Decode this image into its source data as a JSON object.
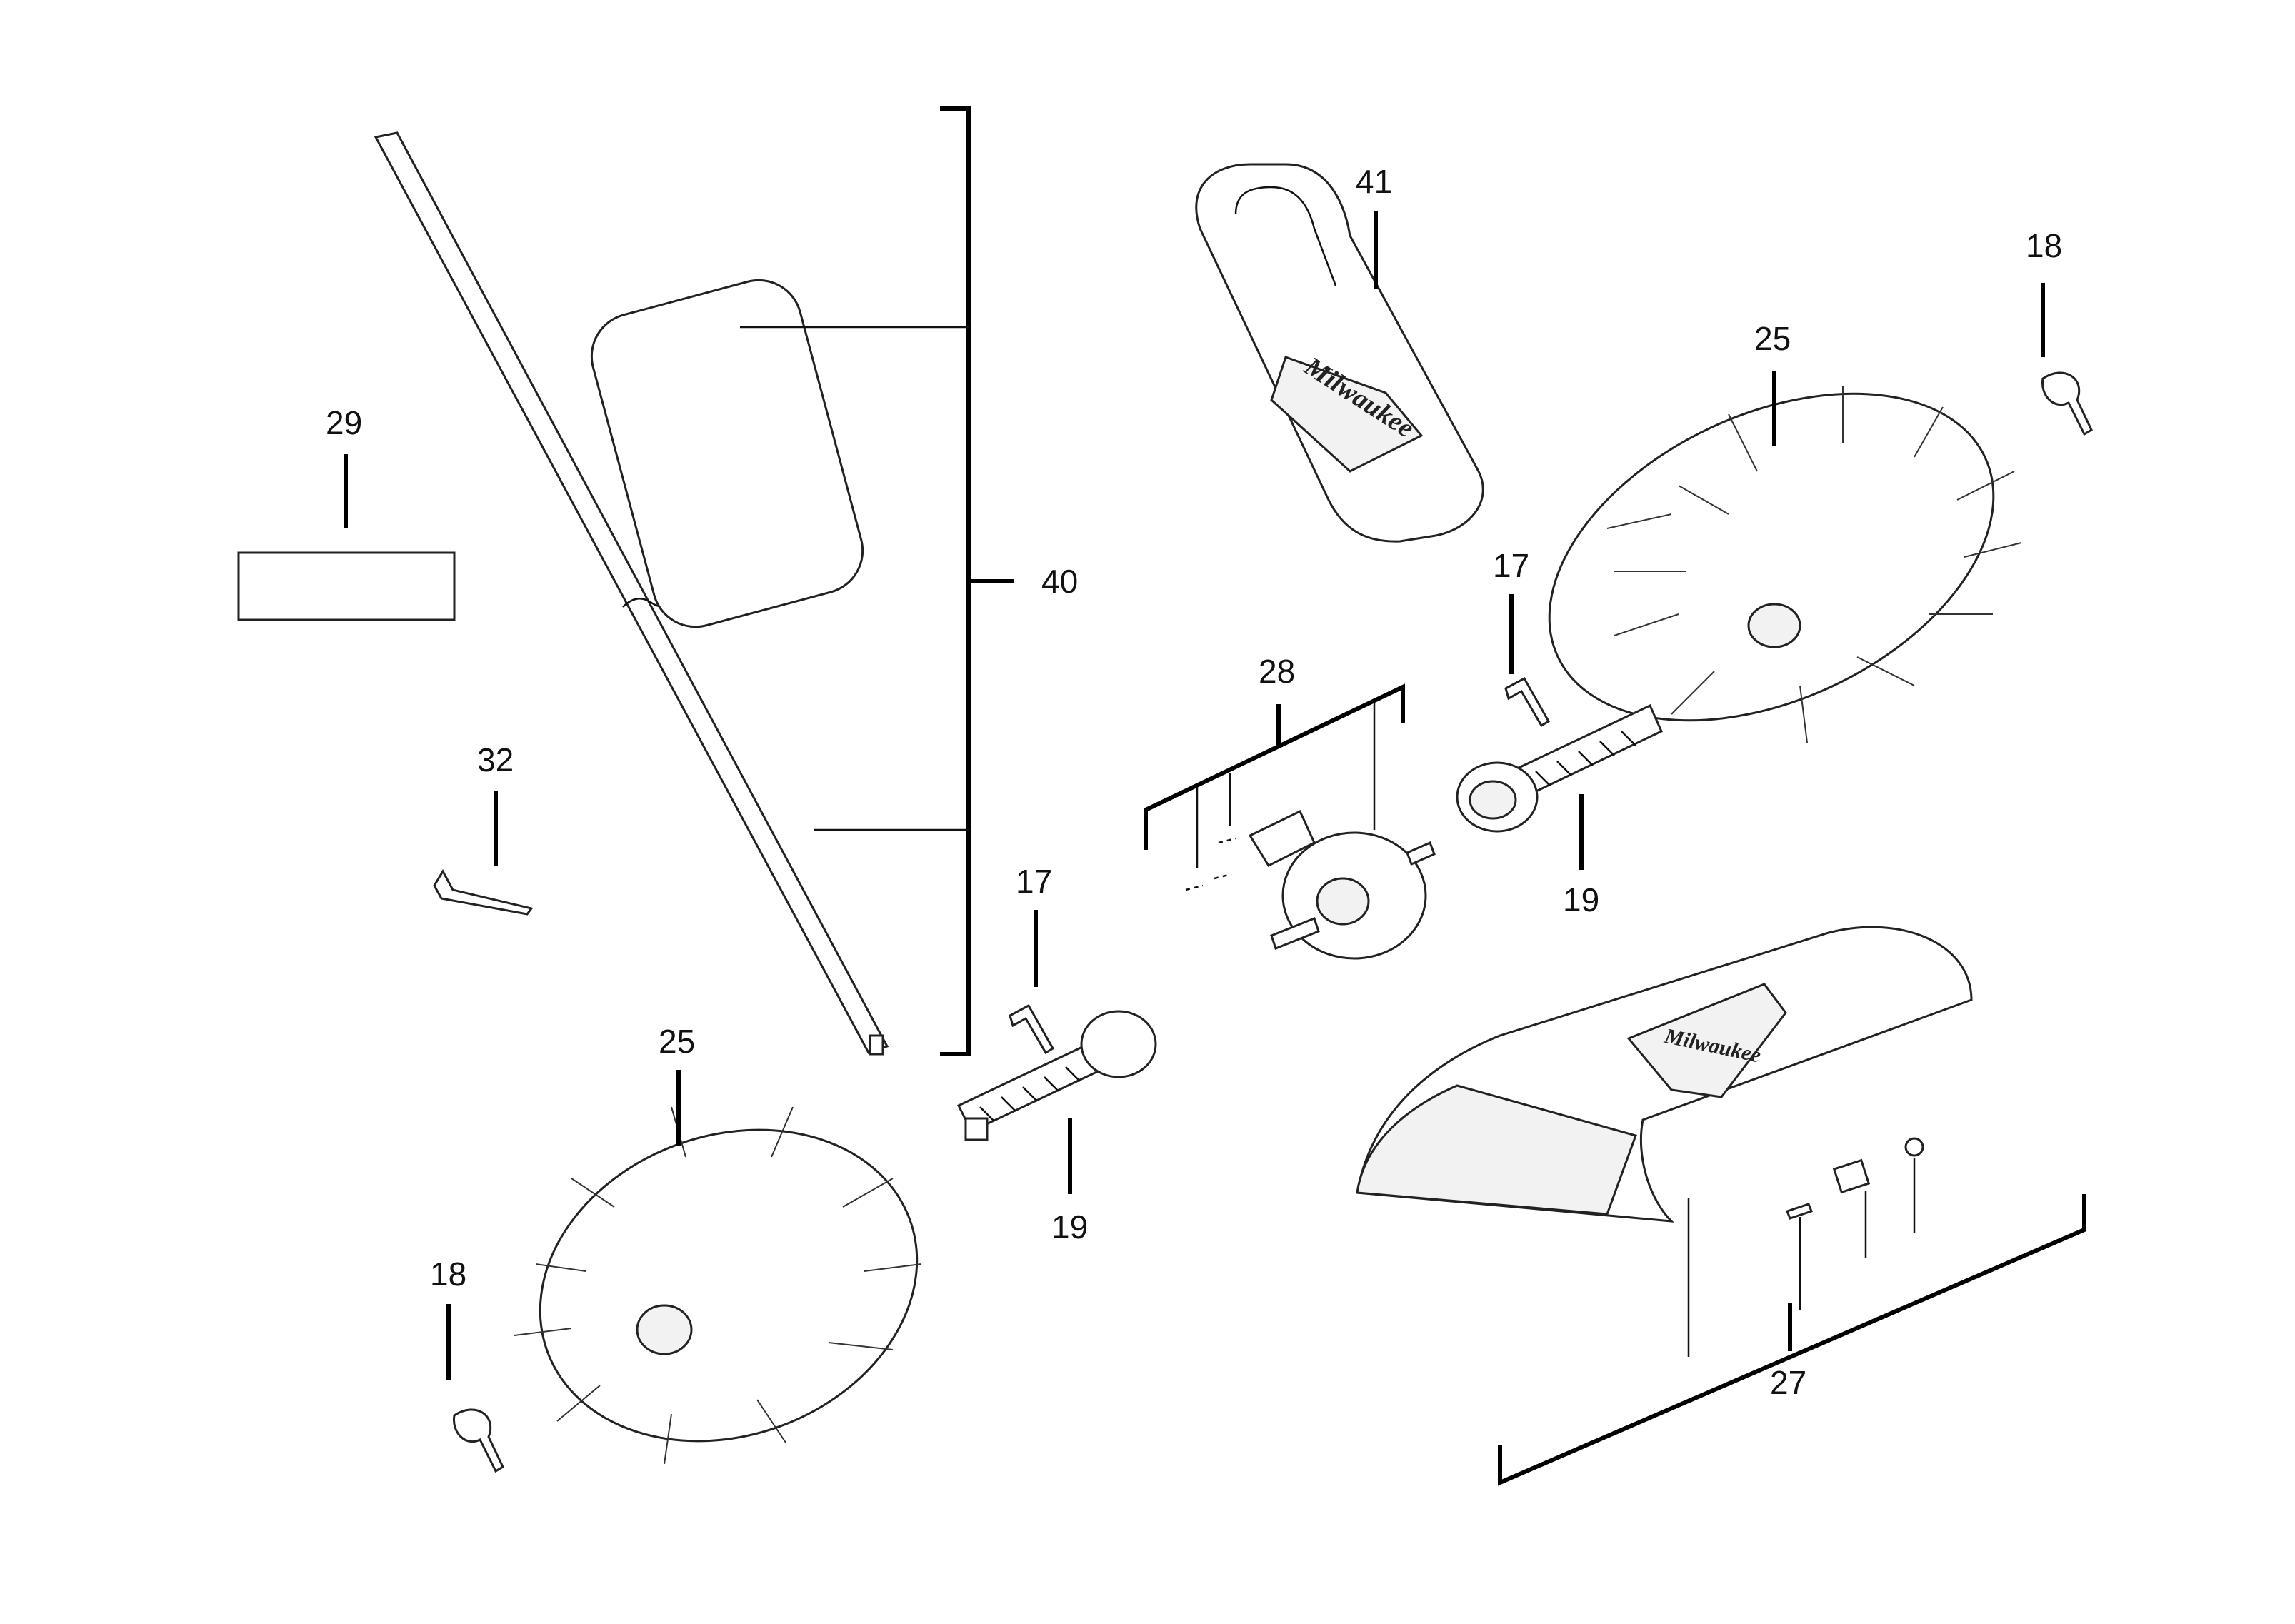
{
  "diagram": {
    "callouts": {
      "c41": "41",
      "c18_top": "18",
      "c25_top": "25",
      "c29": "29",
      "c40": "40",
      "c17_top": "17",
      "c28": "28",
      "c32": "32",
      "c19_top": "19",
      "c17_bottom": "17",
      "c25_bottom": "25",
      "c19_bottom": "19",
      "c18_bottom": "18",
      "c27": "27"
    },
    "logo_text": "Milwaukee"
  }
}
